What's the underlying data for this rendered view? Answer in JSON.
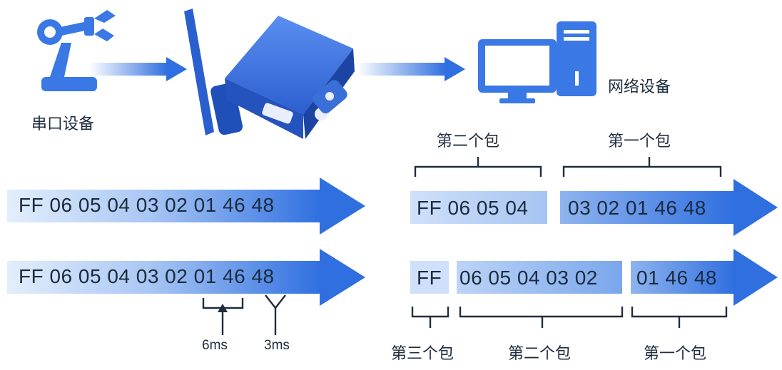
{
  "colors": {
    "arrow_dark": "#2f6fe0",
    "arrow_light": "#dce9fb",
    "device": "#2f64d3",
    "icon": "#3a78e6"
  },
  "icons": [
    "robot-arm-icon",
    "wireless-serial-server-icon",
    "computer-icon"
  ],
  "labels": {
    "serial_device": "串口设备",
    "network_device": "网络设备"
  },
  "row1": {
    "bytes": "FF 06 05 04 03 02 01 46 48",
    "packet2_label": "第二个包",
    "packet2_bytes": "FF 06 05 04",
    "packet1_label": "第一个包",
    "packet1_bytes": "03 02 01 46 48"
  },
  "row2": {
    "bytes": "FF 06 05 04 03 02 01 46 48",
    "gap_6ms": "6ms",
    "gap_3ms": "3ms",
    "packet3_bytes": "FF",
    "packet2_bytes": "06 05 04 03 02",
    "packet1_bytes": "01 46 48",
    "packet3_label": "第三个包",
    "packet2_label": "第二个包",
    "packet1_label": "第一个包"
  }
}
